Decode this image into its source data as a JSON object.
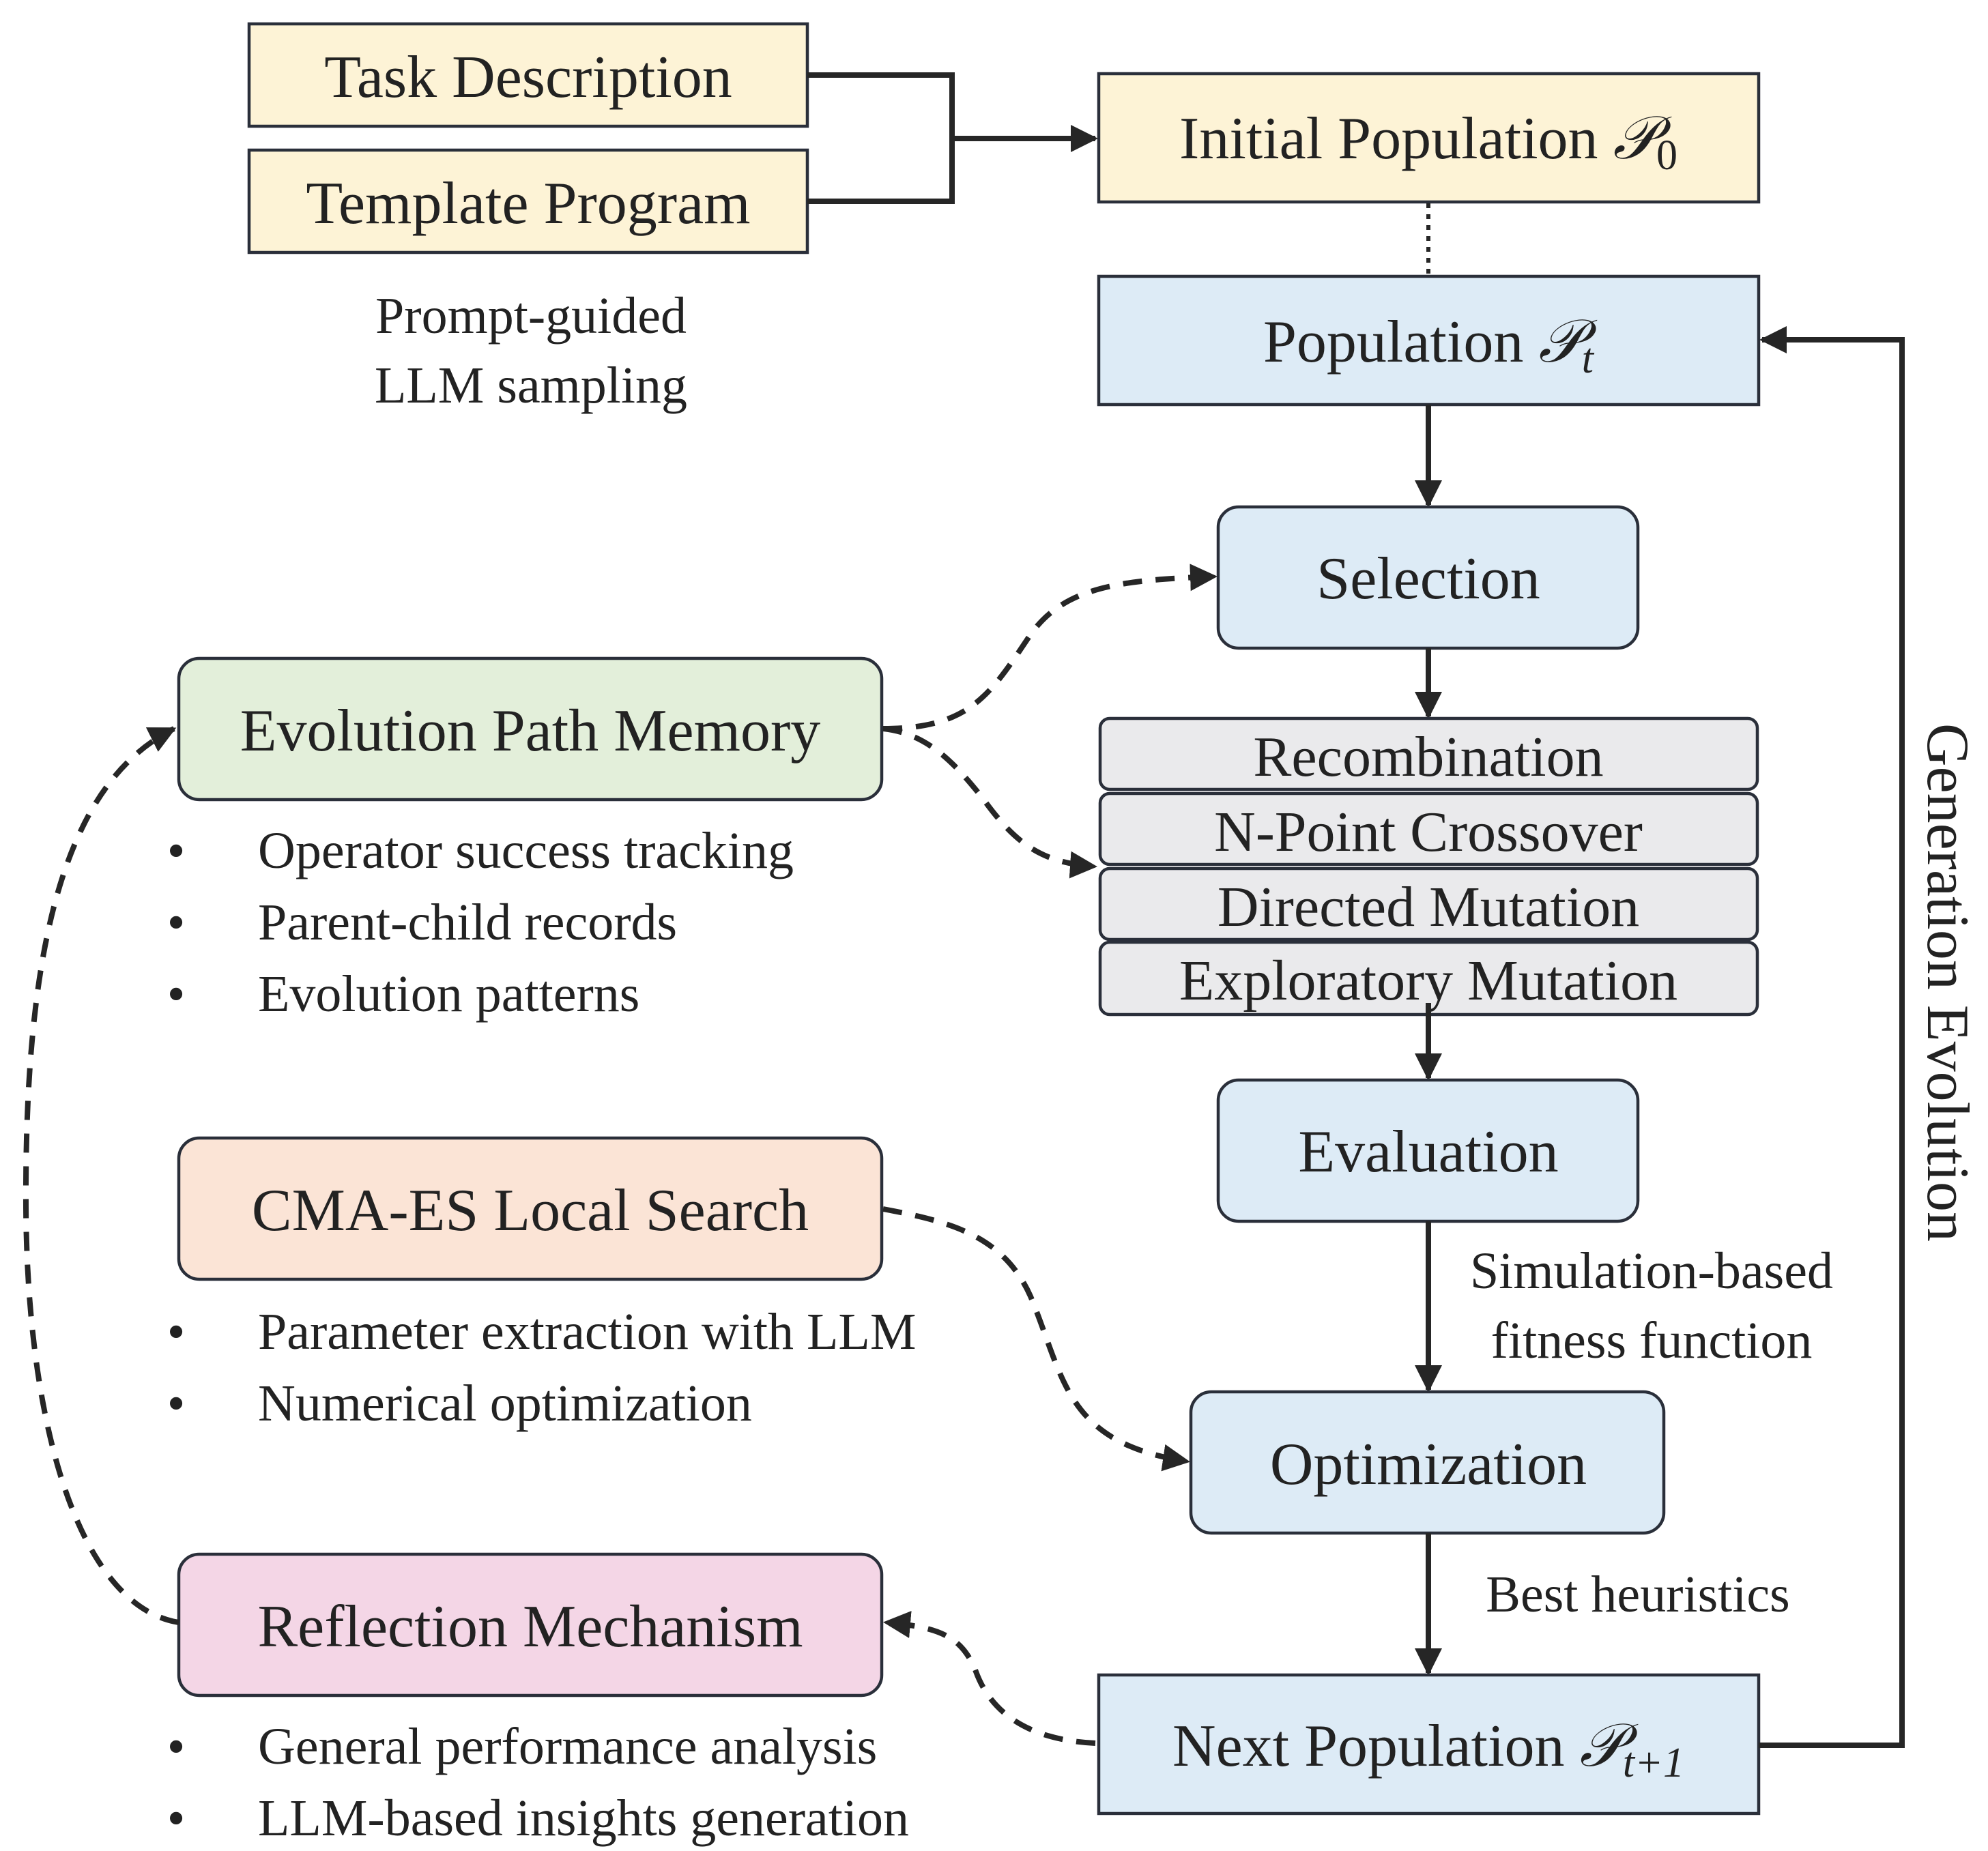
{
  "colors": {
    "input_fill": "#FDF3D6",
    "process_fill": "#DDEBF6",
    "operator_fill": "#EAEAEC",
    "memory_fill": "#E3EFDA",
    "cmaes_fill": "#FBE4D6",
    "reflection_fill": "#F4D6E6",
    "stroke": "#2A2F3A",
    "arrow": "#262626"
  },
  "inputs": {
    "task": "Task Description",
    "template": "Template Program",
    "note_line1": "Prompt-guided",
    "note_line2": "LLM sampling"
  },
  "initial_population": {
    "label": "Initial Population ",
    "symbol": "𝒫",
    "subscript": "0"
  },
  "population": {
    "label": "Population ",
    "symbol": "𝒫",
    "subscript": "t"
  },
  "selection": "Selection",
  "operators": [
    "Recombination",
    "N-Point Crossover",
    "Directed Mutation",
    "Exploratory Mutation"
  ],
  "evaluation": "Evaluation",
  "fitness_note": {
    "line1": "Simulation-based",
    "line2": "fitness function"
  },
  "optimization": "Optimization",
  "best_note": "Best heuristics",
  "next_population": {
    "label": "Next Population ",
    "symbol": "𝒫",
    "subscript": "t+1"
  },
  "generation_label": "Generation Evolution",
  "memory": {
    "title": "Evolution Path Memory",
    "bullets": [
      "Operator success tracking",
      "Parent-child records",
      "Evolution patterns"
    ]
  },
  "cmaes": {
    "title": "CMA-ES Local Search",
    "bullets": [
      "Parameter extraction with LLM",
      "Numerical optimization"
    ]
  },
  "reflection": {
    "title": "Reflection Mechanism",
    "bullets": [
      "General performance analysis",
      "LLM-based insights generation"
    ]
  },
  "bullet_symbol": "•"
}
